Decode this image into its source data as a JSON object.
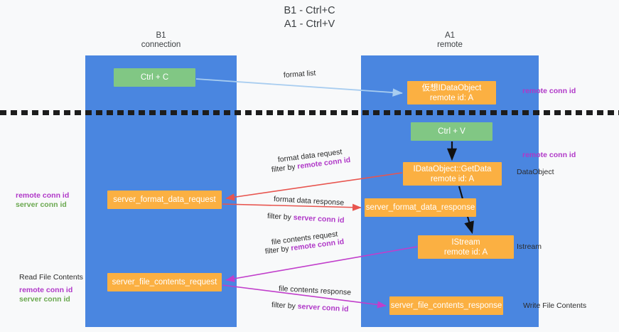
{
  "title": {
    "line1": "B1 - Ctrl+C",
    "line2": "A1 - Ctrl+V"
  },
  "lanes": [
    {
      "id": "b1",
      "name": "B1",
      "role": "connection",
      "color": "#4a86e0"
    },
    {
      "id": "a1",
      "name": "A1",
      "role": "remote",
      "color": "#4a86e0"
    }
  ],
  "divider": {
    "style": "dashed",
    "color": "#1d1d1d"
  },
  "nodes": {
    "ctrl_c": {
      "line1": "Ctrl + C",
      "line2": "",
      "color": "#81c784"
    },
    "idataobject": {
      "line1": "仮想IDataObject",
      "line2": "remote id: A",
      "color": "#fbb042"
    },
    "ctrl_v": {
      "line1": "Ctrl + V",
      "line2": "",
      "color": "#81c784"
    },
    "getdata": {
      "line1": "IDataObject::GetData",
      "line2": "remote id: A",
      "color": "#fbb042"
    },
    "server_format_data_request": {
      "line1": "server_format_data_request",
      "line2": "",
      "color": "#fbb042"
    },
    "server_format_data_response": {
      "line1": "server_format_data_response",
      "line2": "",
      "color": "#fbb042"
    },
    "istream": {
      "line1": "IStream",
      "line2": "remote id: A",
      "color": "#fbb042"
    },
    "server_file_contents_request": {
      "line1": "server_file_contents_request",
      "line2": "",
      "color": "#fbb042"
    },
    "server_file_contents_response": {
      "line1": "server_file_contents_response",
      "line2": "",
      "color": "#fbb042"
    }
  },
  "edge_labels": {
    "format_list": "format list",
    "format_data_request": "format data request",
    "format_data_request_filter_prefix": "filter by ",
    "format_data_request_filter_key": "remote conn id",
    "format_data_response": "format data response",
    "format_data_response_filter_prefix": "filter by ",
    "format_data_response_filter_key": "server conn id",
    "file_contents_request": "file contents request",
    "file_contents_request_filter_prefix": "filter by ",
    "file_contents_request_filter_key": "remote conn id",
    "file_contents_response": "file contents response",
    "file_contents_response_filter_prefix": "filter by ",
    "file_contents_response_filter_key": "server conn id"
  },
  "annotations": {
    "right": {
      "remote_conn_id_top": "remote conn id",
      "remote_conn_id_mid": "remote conn id",
      "dataobject": "DataObject",
      "istream": "Istream",
      "write_file_contents": "Write File Contents"
    },
    "left": {
      "remote_conn_id_mid": "remote conn id",
      "server_conn_id_mid": "server conn id",
      "read_file_contents": "Read File Contents",
      "remote_conn_id_bottom": "remote conn id",
      "server_conn_id_bottom": "server conn id"
    }
  },
  "colors": {
    "lane": "#4a86e0",
    "green_node": "#81c784",
    "orange_node": "#fbb042",
    "purple_text": "#b038c8",
    "green_text": "#6aa84f",
    "red_arrow": "#e8554f",
    "magenta_arrow": "#c13ecb",
    "lightblue_arrow": "#a8cdf0",
    "black_arrow": "#111111",
    "background": "#f8f9fa"
  }
}
